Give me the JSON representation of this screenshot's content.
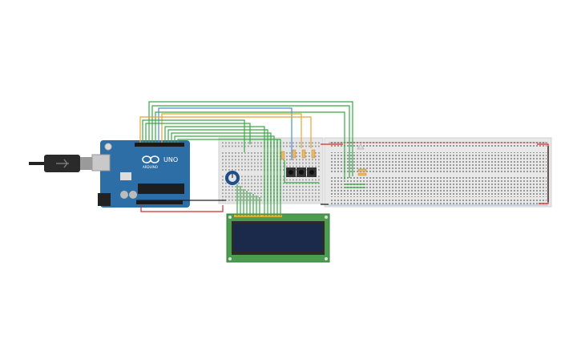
{
  "workspace": {
    "components": {
      "arduino": {
        "brand_text": "UNO",
        "sub_text": "ARDUINO",
        "board_color": "#2d6ea6",
        "icon": "arduino-infinity-icon"
      },
      "usb_cable": {
        "icon": "usb-plug-icon"
      },
      "breadboard_small": {
        "color": "#e6e6e6"
      },
      "breadboard_large": {
        "color": "#e8e8e8"
      },
      "potentiometer": {
        "icon": "potentiometer-knob-icon",
        "color": "#1f4f8a"
      },
      "lcd": {
        "board_color": "#4a9d4f",
        "screen_color": "#1b2a4a"
      },
      "pushbuttons": {
        "count": 3
      },
      "resistors": {
        "count": 6
      },
      "led": {
        "icon": "led-icon"
      }
    },
    "wire_colors": {
      "green": "#3aa845",
      "blue": "#4a8fd6",
      "orange": "#e8a23a",
      "red": "#d42b2b",
      "black": "#222222"
    }
  }
}
